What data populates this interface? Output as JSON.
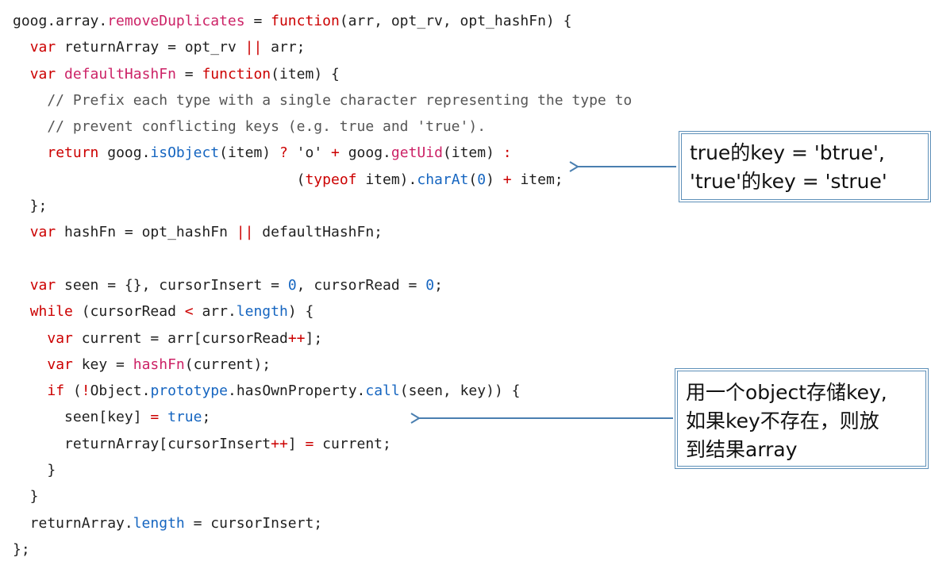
{
  "code": {
    "lines": [
      [
        {
          "t": "goog.array."
        },
        {
          "t": "removeDuplicates",
          "c": "fn"
        },
        {
          "t": " = "
        },
        {
          "t": "function",
          "c": "kw"
        },
        {
          "t": "(arr, opt_rv, opt_hashFn) {"
        }
      ],
      [
        {
          "t": "  "
        },
        {
          "t": "var",
          "c": "kw"
        },
        {
          "t": " returnArray = opt_rv "
        },
        {
          "t": "||",
          "c": "kw"
        },
        {
          "t": " arr;"
        }
      ],
      [
        {
          "t": "  "
        },
        {
          "t": "var",
          "c": "kw"
        },
        {
          "t": " "
        },
        {
          "t": "defaultHashFn",
          "c": "fn"
        },
        {
          "t": " = "
        },
        {
          "t": "function",
          "c": "kw"
        },
        {
          "t": "(item) {"
        }
      ],
      [
        {
          "t": "    // Prefix each type with a single character representing the type to",
          "c": "cm"
        }
      ],
      [
        {
          "t": "    // prevent conflicting keys (e.g. true and 'true').",
          "c": "cm"
        }
      ],
      [
        {
          "t": "    "
        },
        {
          "t": "return",
          "c": "kw"
        },
        {
          "t": " goog."
        },
        {
          "t": "isObject",
          "c": "prop"
        },
        {
          "t": "(item) "
        },
        {
          "t": "?",
          "c": "kw"
        },
        {
          "t": " 'o' "
        },
        {
          "t": "+",
          "c": "kw"
        },
        {
          "t": " goog."
        },
        {
          "t": "getUid",
          "c": "fn"
        },
        {
          "t": "(item) "
        },
        {
          "t": ":",
          "c": "kw"
        }
      ],
      [
        {
          "t": "                                 ("
        },
        {
          "t": "typeof",
          "c": "kw"
        },
        {
          "t": " item)."
        },
        {
          "t": "charAt",
          "c": "prop"
        },
        {
          "t": "("
        },
        {
          "t": "0",
          "c": "num"
        },
        {
          "t": ") "
        },
        {
          "t": "+",
          "c": "kw"
        },
        {
          "t": " item;"
        }
      ],
      [
        {
          "t": "  };"
        }
      ],
      [
        {
          "t": "  "
        },
        {
          "t": "var",
          "c": "kw"
        },
        {
          "t": " hashFn = opt_hashFn "
        },
        {
          "t": "||",
          "c": "kw"
        },
        {
          "t": " defaultHashFn;"
        }
      ],
      [
        {
          "t": ""
        }
      ],
      [
        {
          "t": "  "
        },
        {
          "t": "var",
          "c": "kw"
        },
        {
          "t": " seen = {}, cursorInsert = "
        },
        {
          "t": "0",
          "c": "num"
        },
        {
          "t": ", cursorRead = "
        },
        {
          "t": "0",
          "c": "num"
        },
        {
          "t": ";"
        }
      ],
      [
        {
          "t": "  "
        },
        {
          "t": "while",
          "c": "kw"
        },
        {
          "t": " (cursorRead "
        },
        {
          "t": "<",
          "c": "kw"
        },
        {
          "t": " arr."
        },
        {
          "t": "length",
          "c": "prop"
        },
        {
          "t": ") {"
        }
      ],
      [
        {
          "t": "    "
        },
        {
          "t": "var",
          "c": "kw"
        },
        {
          "t": " current = arr[cursorRead"
        },
        {
          "t": "++",
          "c": "kw"
        },
        {
          "t": "];"
        }
      ],
      [
        {
          "t": "    "
        },
        {
          "t": "var",
          "c": "kw"
        },
        {
          "t": " key = "
        },
        {
          "t": "hashFn",
          "c": "fn"
        },
        {
          "t": "(current);"
        }
      ],
      [
        {
          "t": "    "
        },
        {
          "t": "if",
          "c": "kw"
        },
        {
          "t": " ("
        },
        {
          "t": "!",
          "c": "kw"
        },
        {
          "t": "Object."
        },
        {
          "t": "prototype",
          "c": "prop"
        },
        {
          "t": ".hasOwnProperty."
        },
        {
          "t": "call",
          "c": "prop"
        },
        {
          "t": "(seen, key)) {"
        }
      ],
      [
        {
          "t": "      seen[key] "
        },
        {
          "t": "=",
          "c": "kw"
        },
        {
          "t": " "
        },
        {
          "t": "true",
          "c": "prop"
        },
        {
          "t": ";"
        }
      ],
      [
        {
          "t": "      returnArray[cursorInsert"
        },
        {
          "t": "++",
          "c": "kw"
        },
        {
          "t": "] "
        },
        {
          "t": "=",
          "c": "kw"
        },
        {
          "t": " current;"
        }
      ],
      [
        {
          "t": "    }"
        }
      ],
      [
        {
          "t": "  }"
        }
      ],
      [
        {
          "t": "  returnArray."
        },
        {
          "t": "length",
          "c": "prop"
        },
        {
          "t": " = cursorInsert;"
        }
      ],
      [
        {
          "t": "};"
        }
      ]
    ]
  },
  "callouts": {
    "first": {
      "lines": [
        "true的key = 'btrue',",
        "'true'的key = 'strue'"
      ]
    },
    "second": {
      "lines": [
        "用一个object存储key,",
        "如果key不存在，则放",
        "到结果array"
      ]
    }
  },
  "colors": {
    "keyword": "#cc0000",
    "function": "#cc2266",
    "property": "#1565c0",
    "comment": "#555555",
    "callout_border": "#5d8fb8",
    "arrow": "#4a7fb0"
  }
}
